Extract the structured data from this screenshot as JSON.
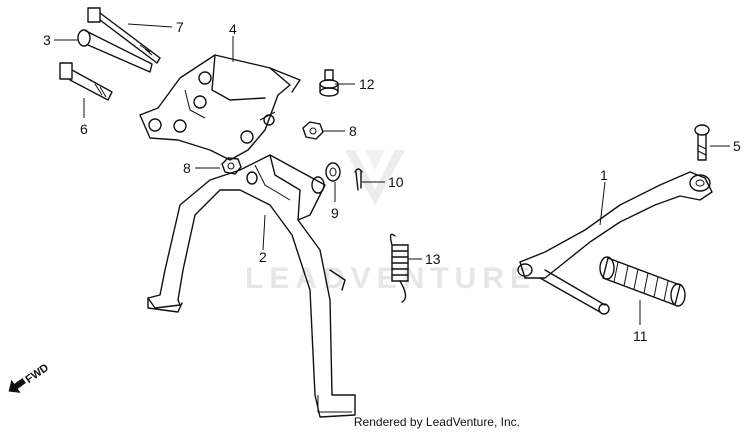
{
  "diagram": {
    "watermark_text": "LEADVENTURE",
    "credit": "Rendered by LeadVenture, Inc.",
    "fwd_label": "FWD",
    "callouts": [
      {
        "id": "c1",
        "text": "1"
      },
      {
        "id": "c2",
        "text": "2"
      },
      {
        "id": "c3",
        "text": "3"
      },
      {
        "id": "c4",
        "text": "4"
      },
      {
        "id": "c5",
        "text": "5"
      },
      {
        "id": "c6",
        "text": "6"
      },
      {
        "id": "c7",
        "text": "7"
      },
      {
        "id": "c8a",
        "text": "8"
      },
      {
        "id": "c8b",
        "text": "8"
      },
      {
        "id": "c9",
        "text": "9"
      },
      {
        "id": "c10",
        "text": "10"
      },
      {
        "id": "c11",
        "text": "11"
      },
      {
        "id": "c12",
        "text": "12"
      },
      {
        "id": "c13",
        "text": "13"
      }
    ]
  }
}
